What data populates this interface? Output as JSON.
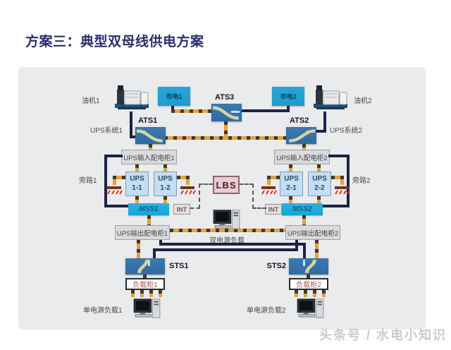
{
  "title": "方案三：典型双母线供电方案",
  "watermark": "头条号 / 水电小知识",
  "labels": {
    "gen1": "油机1",
    "gen2": "油机2",
    "mains1": "市电1",
    "mains2": "市电2",
    "ats1": "ATS1",
    "ats2": "ATS2",
    "ats3": "ATS3",
    "upsSys1": "UPS系统1",
    "upsSys2": "UPS系统2",
    "inCab1": "UPS输入配电柜1",
    "inCab2": "UPS输入配电柜2",
    "bypass1": "旁路1",
    "bypass2": "旁路2",
    "ups11a": "UPS",
    "ups11b": "1-1",
    "ups12a": "UPS",
    "ups12b": "1-2",
    "ups21a": "UPS",
    "ups21b": "2-1",
    "ups22a": "UPS",
    "ups22b": "2-2",
    "mss1": "MSS1",
    "mss2": "MSS2",
    "int1": "INT",
    "int2": "INT",
    "lbs": "LBS",
    "outCab1": "UPS输出配电柜1",
    "outCab2": "UPS输出配电柜2",
    "dualLoad": "双电源负载",
    "sts1": "STS1",
    "sts2": "STS2",
    "loadCab1": "负载柜1",
    "loadCab2": "负载柜2",
    "singleLoad1": "单电源负载1",
    "singleLoad2": "单电源负载2"
  },
  "colors": {
    "title": "#273069",
    "panel": "#e9ebed",
    "deviceBlue": "#2e6ba3",
    "mainsBlue": "#1e9ccd",
    "upsLight": "#c3ddf2",
    "mssCyan": "#16a4d8",
    "lbsPink": "#eecad0",
    "cableOrange": "#e2a23c",
    "navy": "#1c2342",
    "groundRed": "#a03522"
  }
}
